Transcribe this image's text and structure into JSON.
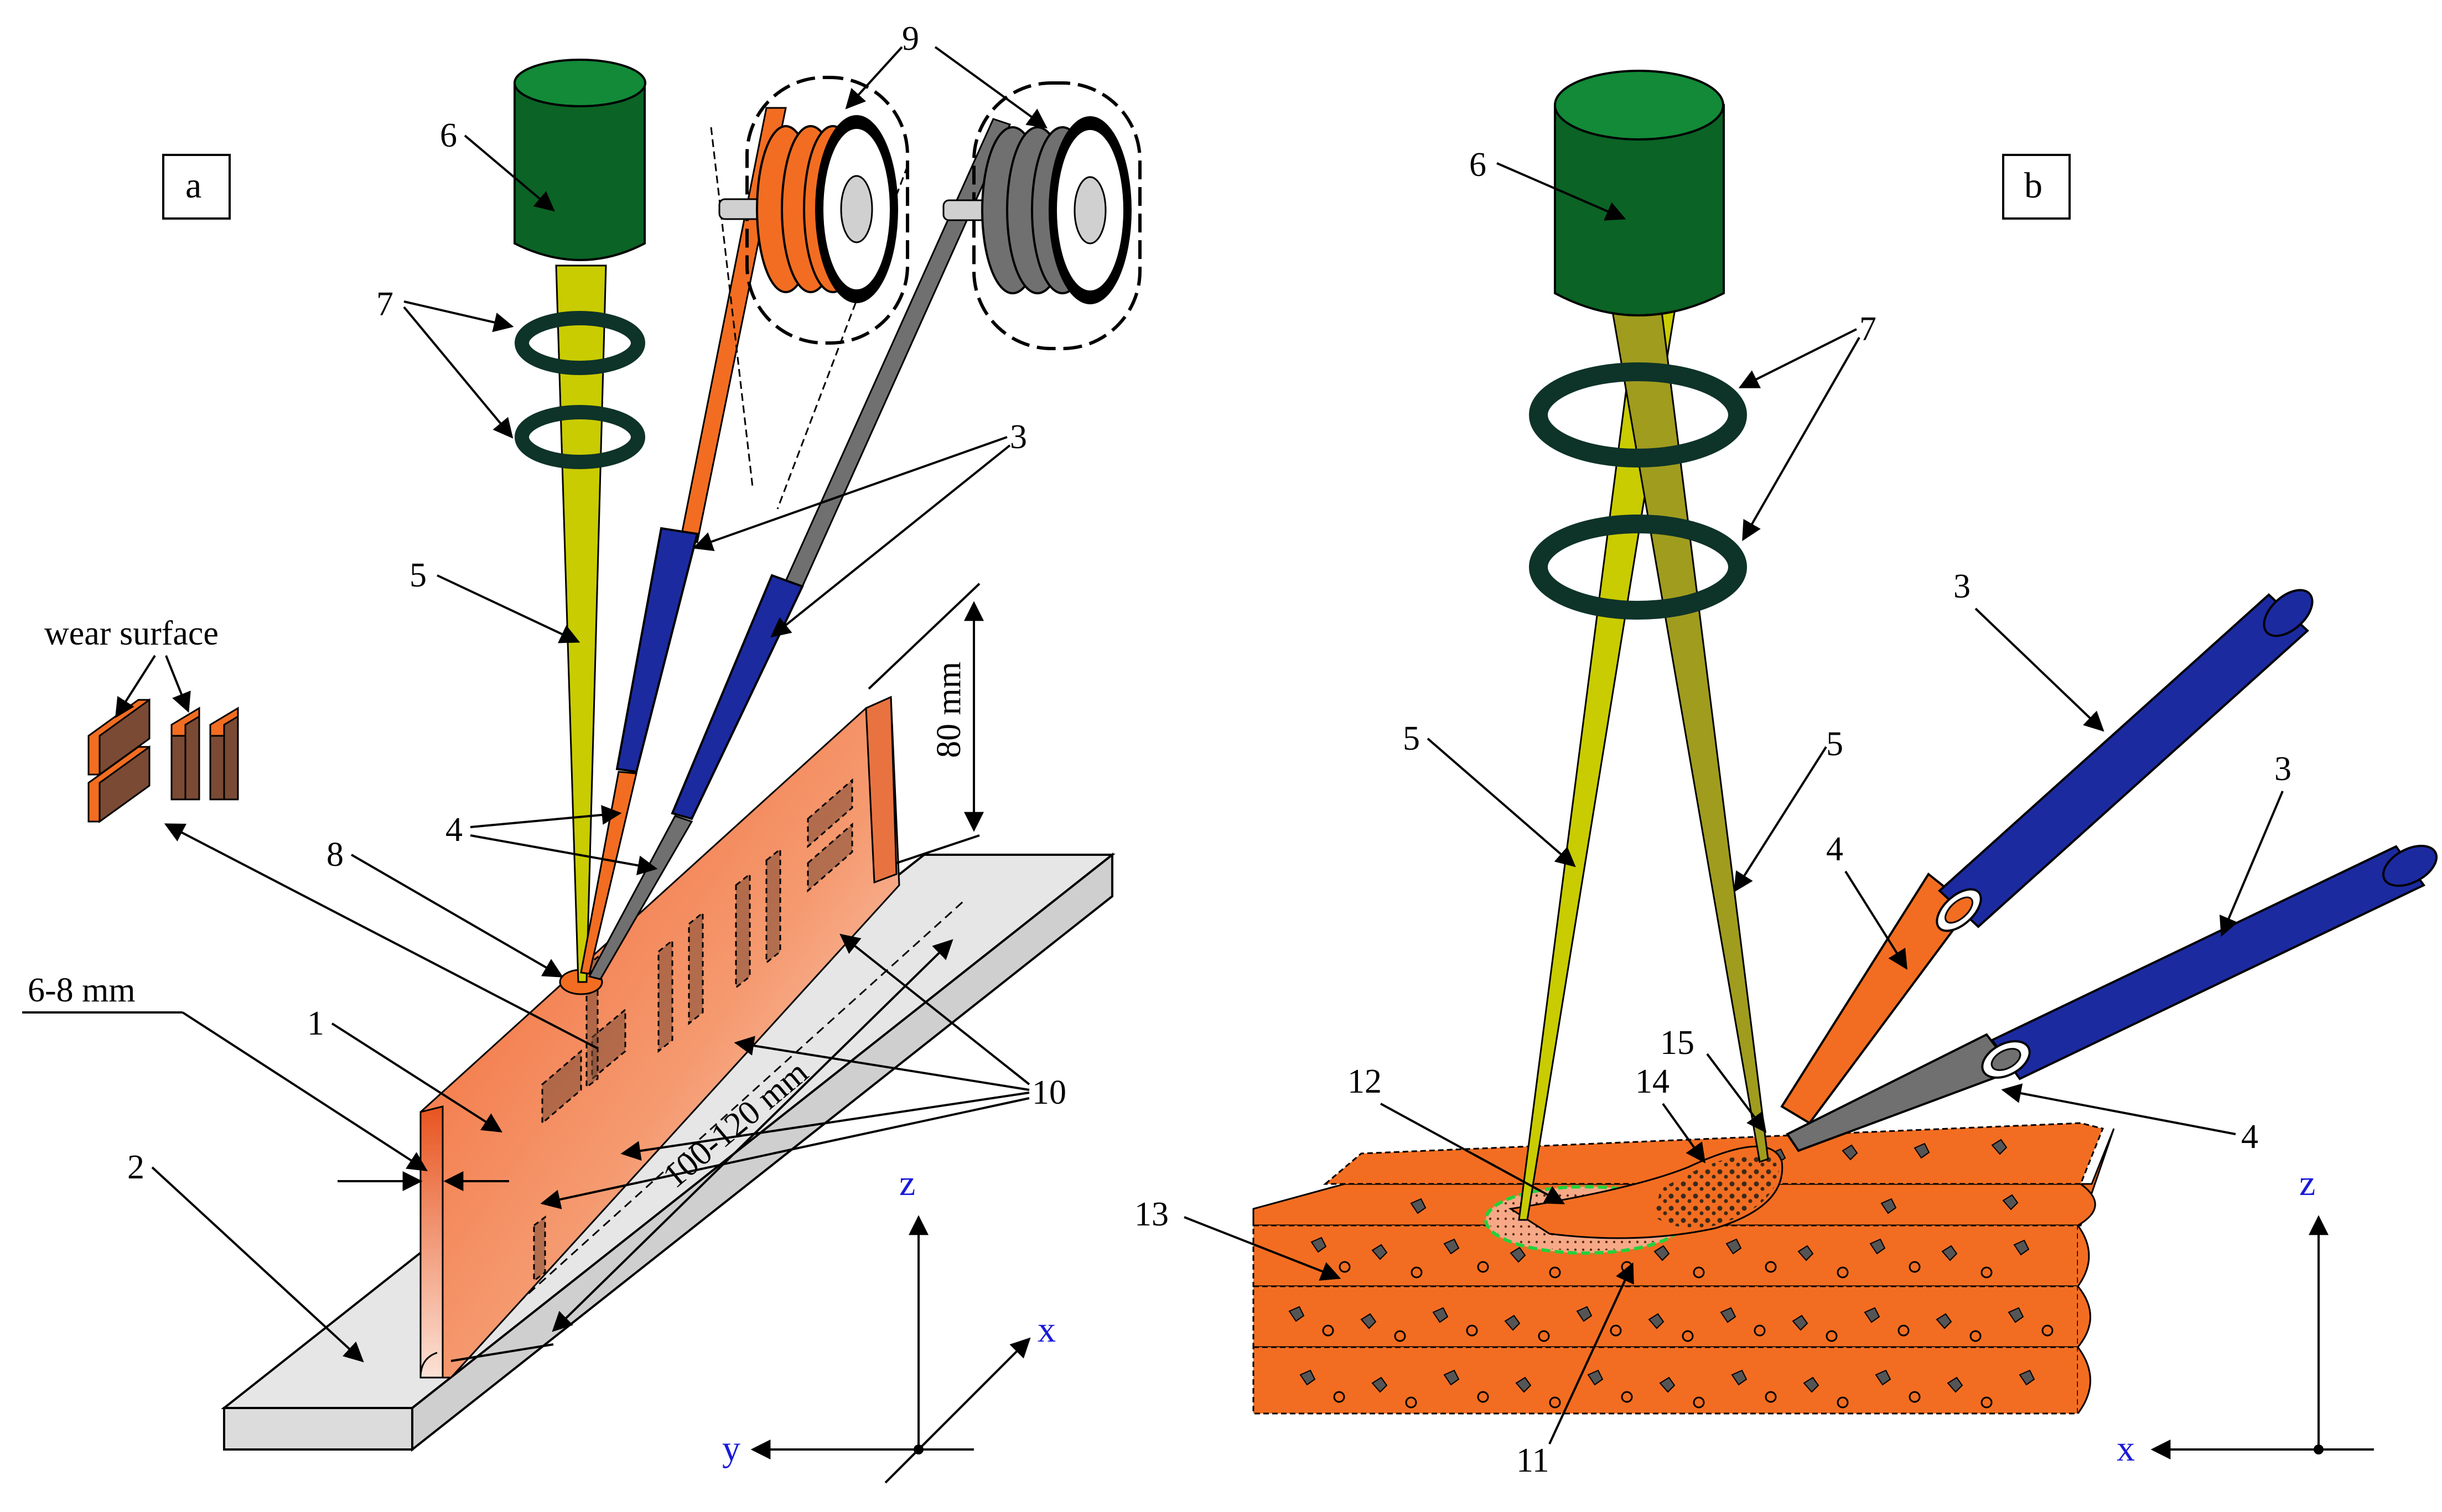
{
  "panels": {
    "a": "a",
    "b": "b"
  },
  "callouts_a": {
    "n1": "1",
    "n2": "2",
    "n3": "3",
    "n4": "4",
    "n5": "5",
    "n6": "6",
    "n7": "7",
    "n8": "8",
    "n9": "9",
    "n10": "10"
  },
  "callouts_b": {
    "n3a": "3",
    "n3b": "3",
    "n4a": "4",
    "n4b": "4",
    "n5a": "5",
    "n5b": "5",
    "n6": "6",
    "n7": "7",
    "n11": "11",
    "n12": "12",
    "n13": "13",
    "n14": "14",
    "n15": "15"
  },
  "dimensions": {
    "height": "80 mm",
    "thickness": "6-8 mm",
    "length": "100-120 mm"
  },
  "specimen_label": "wear surface",
  "axes_a": {
    "z": "z",
    "x": "x",
    "y": "y"
  },
  "axes_b": {
    "z": "z",
    "x": "x"
  },
  "colors": {
    "copper": "#f26d21",
    "steel": "#666666",
    "guide": "#1c2aa0",
    "laser": "#c9cc00",
    "laser_dark": "#a09c1e",
    "head": "#0b6325",
    "lens": "#0e3329",
    "plate": "#e6e6e6",
    "specimen": "#7a4a35",
    "fusion_edge": "#23d13b"
  }
}
